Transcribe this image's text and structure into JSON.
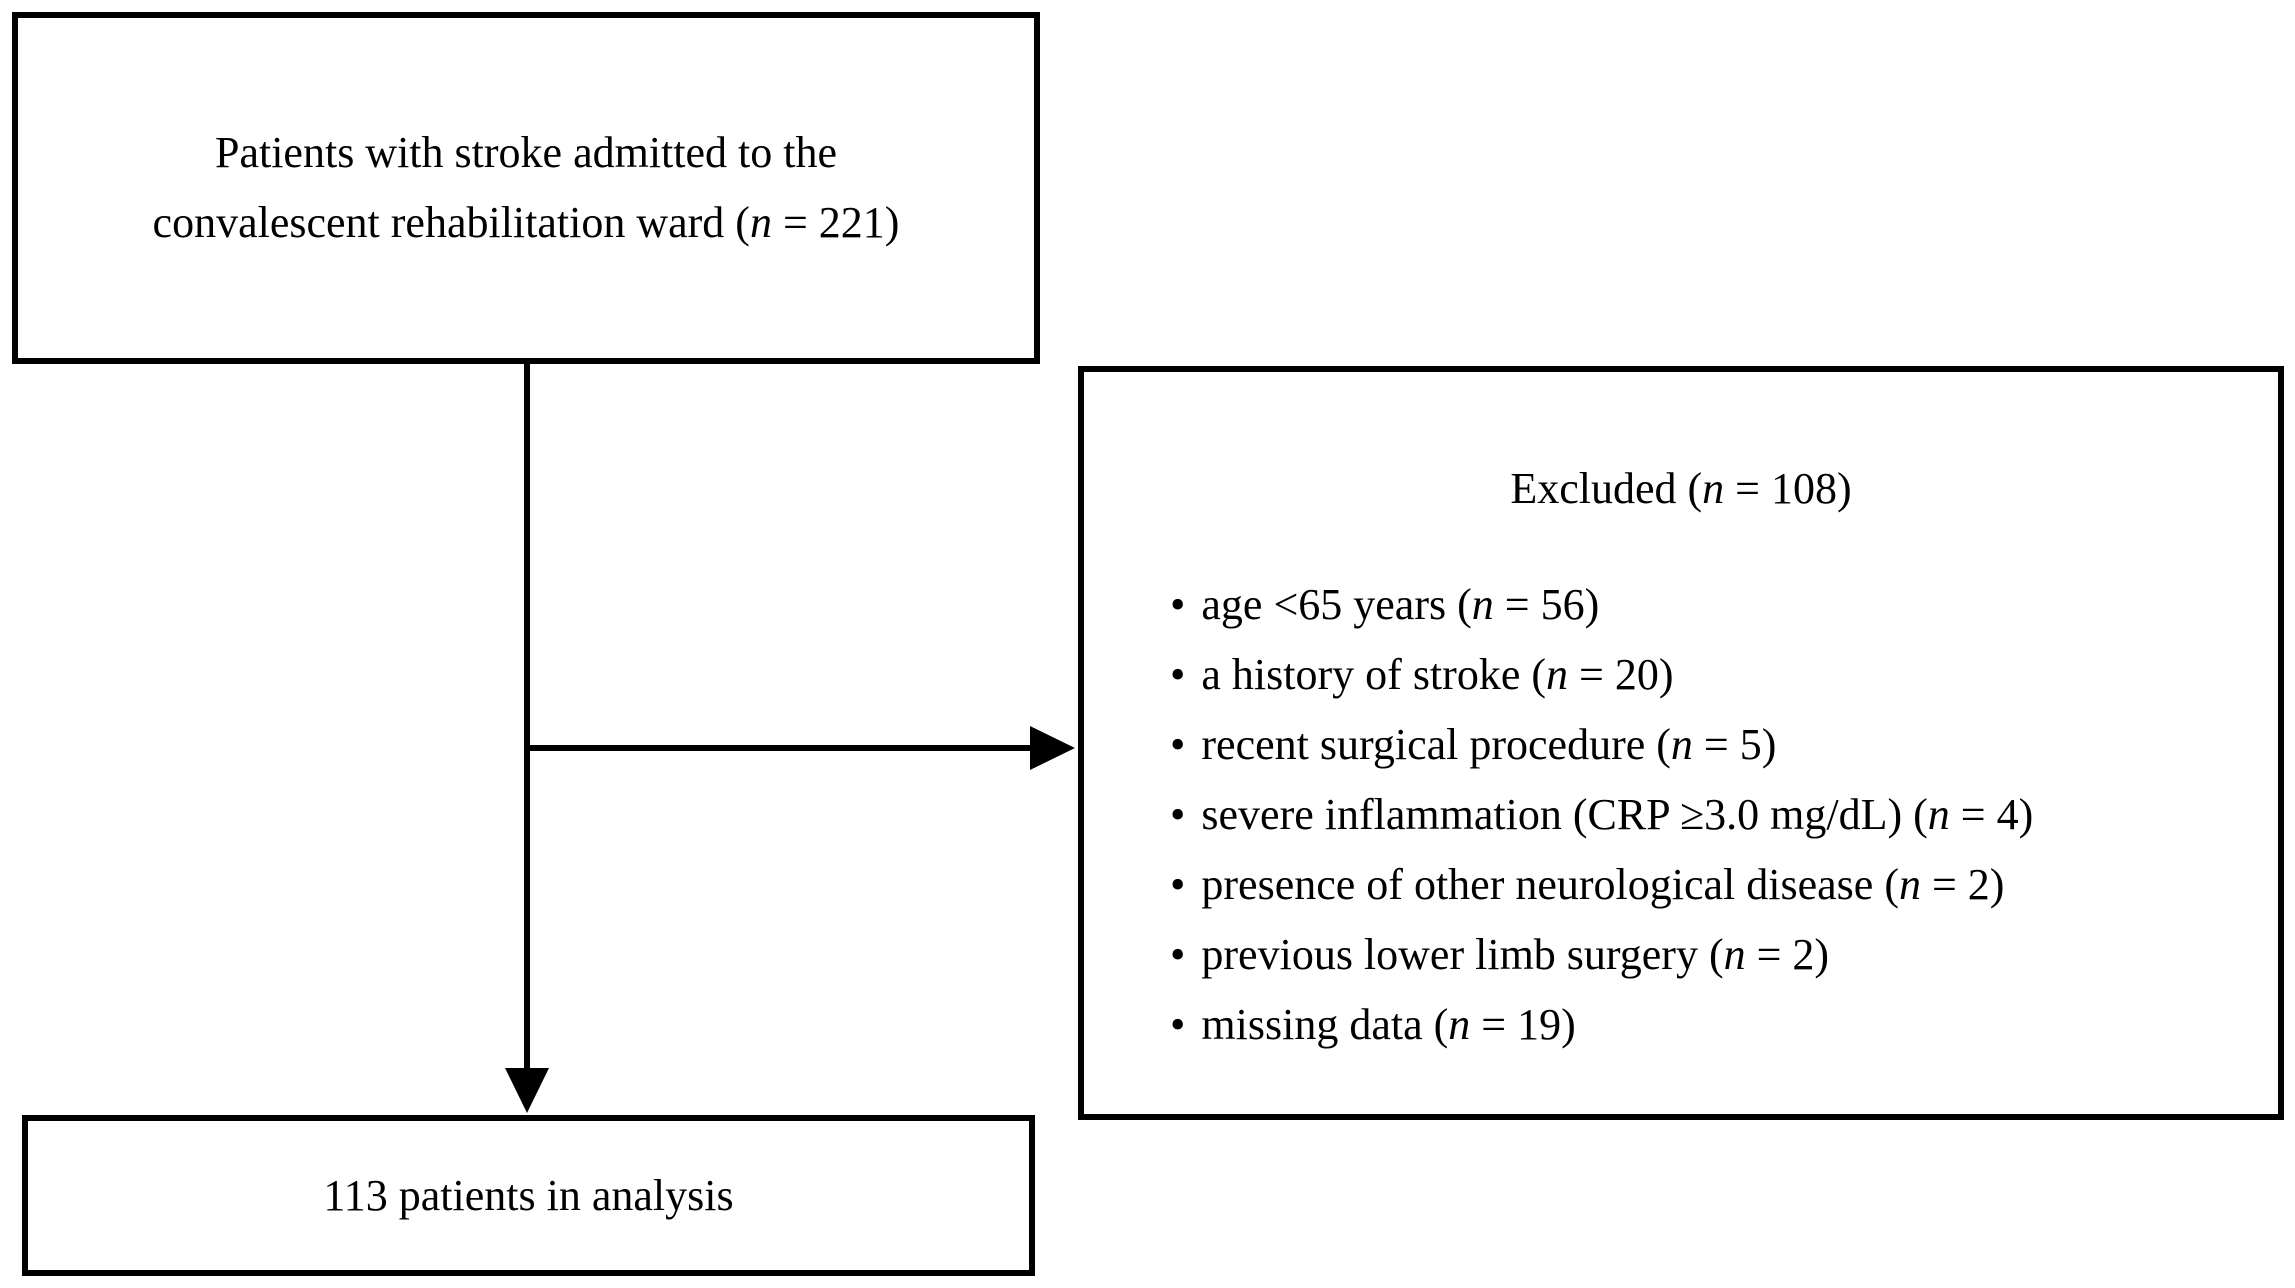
{
  "meta": {
    "background_color": "#ffffff",
    "line_color": "#000000",
    "text_color": "#000000",
    "figure_type": "patient-flow-diagram"
  },
  "figure": {
    "enrollment_box": {
      "line1": "Patients with stroke admitted to the",
      "line2_label": "convalescent rehabilitation ward",
      "n_symbol": "n",
      "n_value": "221"
    },
    "excluded_box": {
      "title_label": "Excluded",
      "n_symbol": "n",
      "n_value": "108",
      "items": [
        {
          "label": "age <65 years",
          "n": "56"
        },
        {
          "label": "a history of stroke",
          "n": "20"
        },
        {
          "label": "recent surgical procedure",
          "n": "5"
        },
        {
          "label": "severe inflammation (CRP ≥3.0 mg/dL)",
          "n": "4"
        },
        {
          "label": "presence of other neurological disease",
          "n": "2"
        },
        {
          "label": "previous lower limb surgery",
          "n": "2"
        },
        {
          "label": "missing data",
          "n": "19"
        }
      ]
    },
    "analysis_box": {
      "text": "113 patients in analysis"
    },
    "bullet_glyph": "•"
  }
}
